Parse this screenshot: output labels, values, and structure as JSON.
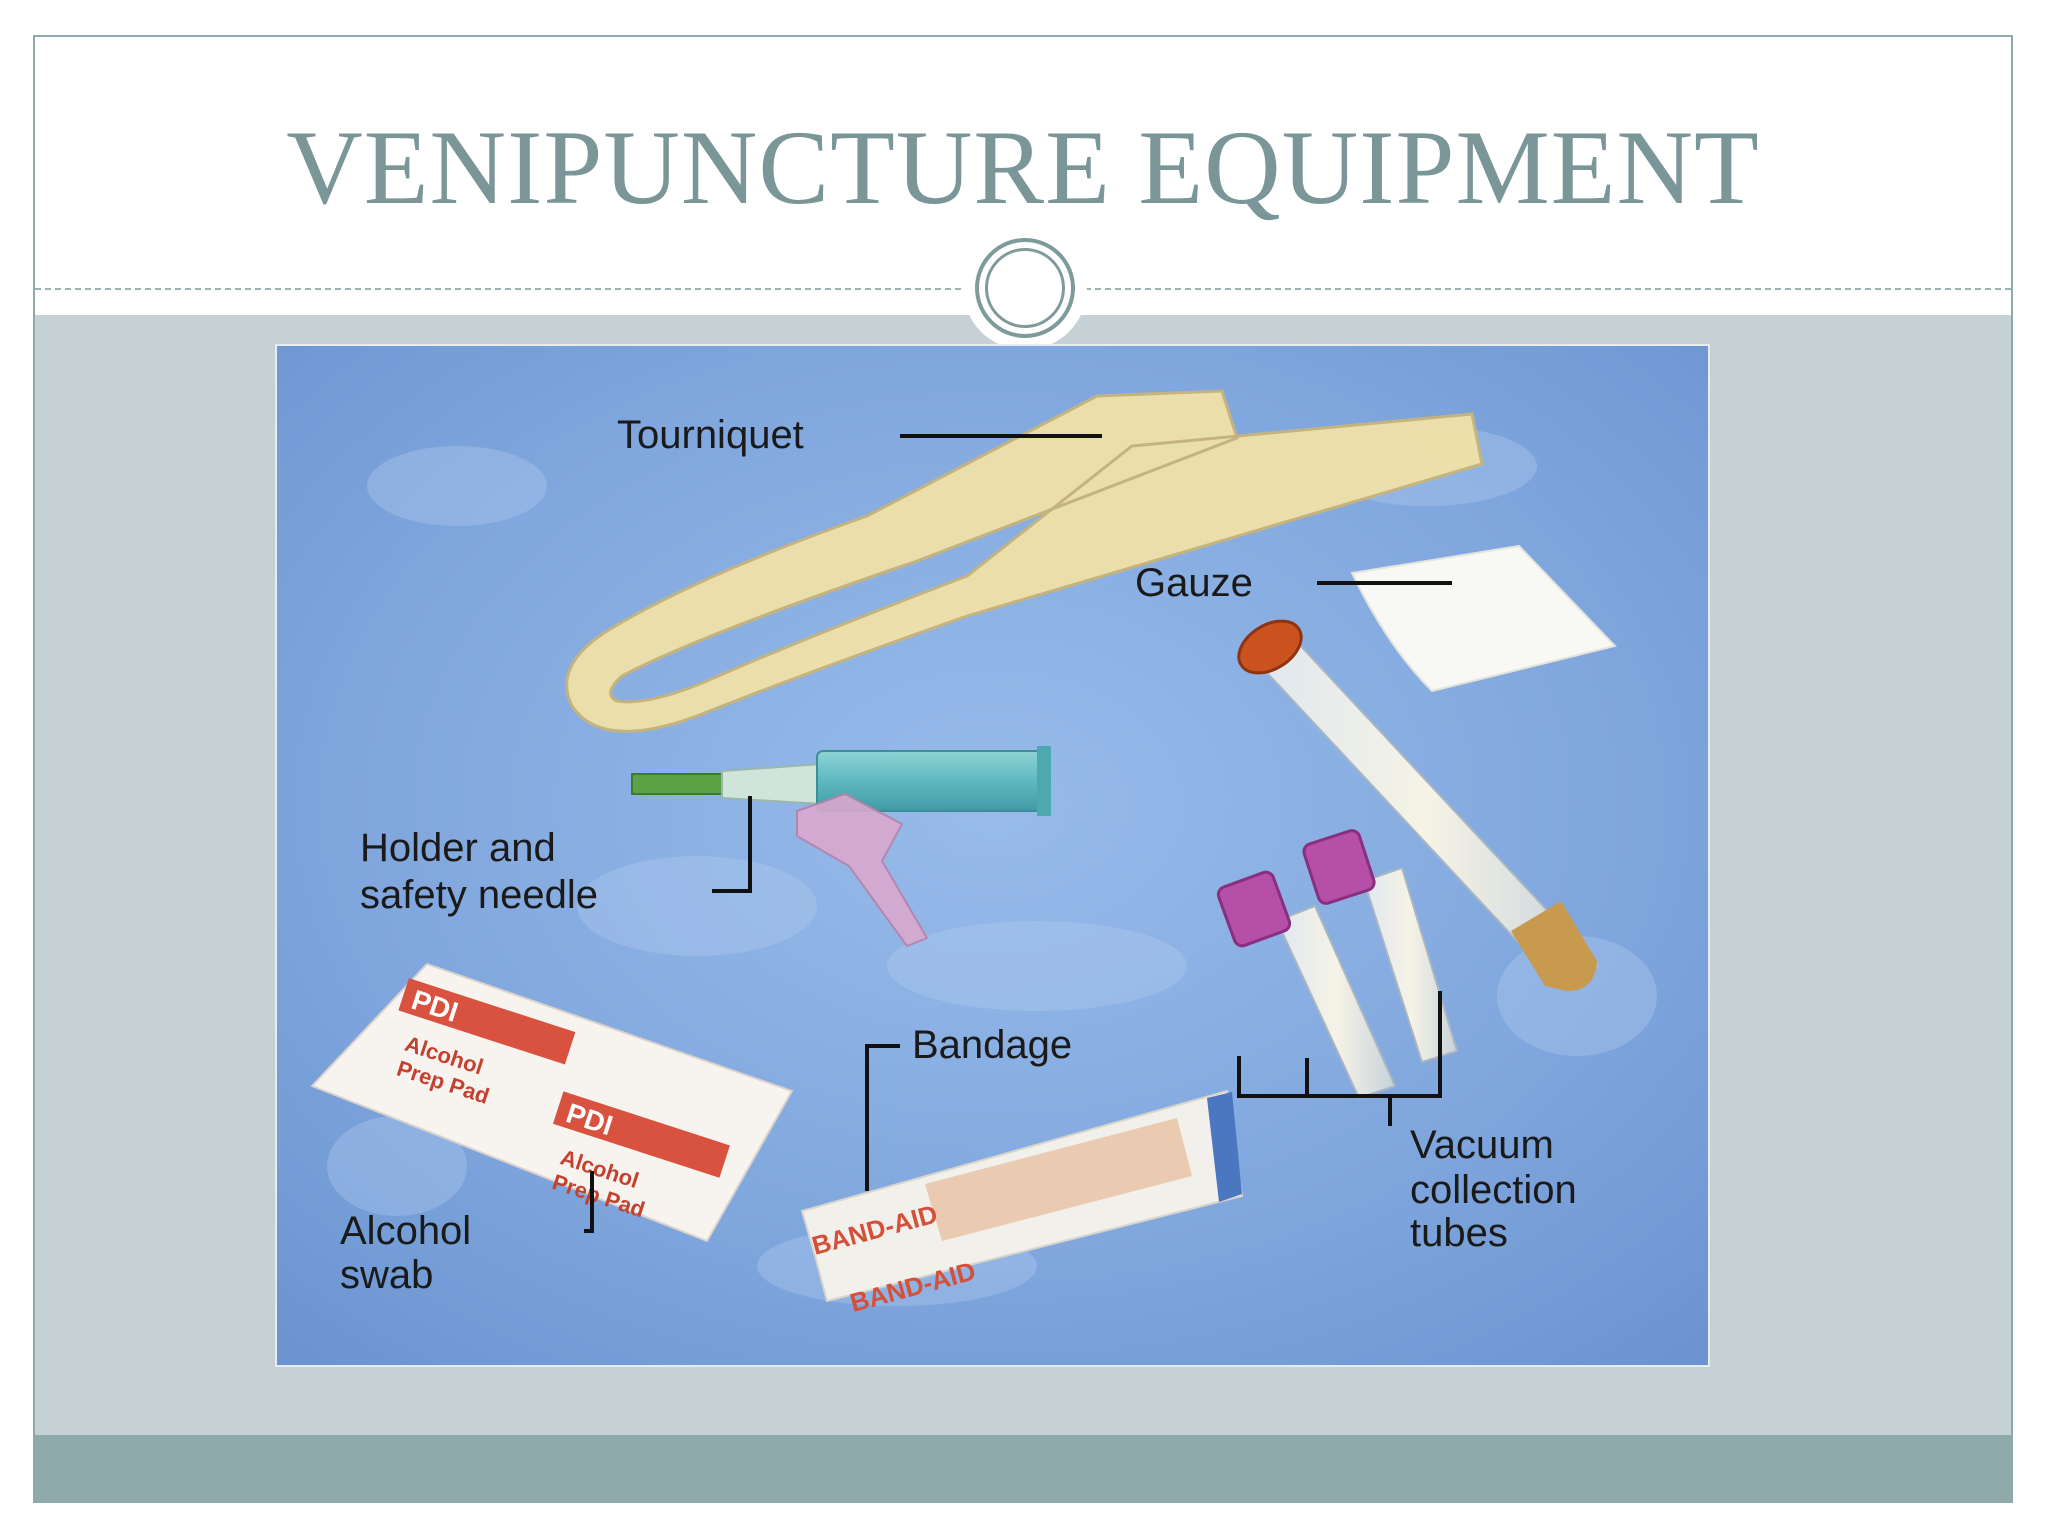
{
  "slide": {
    "title": "VENIPUNCTURE EQUIPMENT"
  },
  "photo": {
    "labels": {
      "tourniquet": "Tourniquet",
      "gauze": "Gauze",
      "holder_line1": "Holder and",
      "holder_line2": "safety needle",
      "bandage": "Bandage",
      "vacuum_line1": "Vacuum",
      "vacuum_line2": "collection",
      "vacuum_line3": "tubes",
      "alcohol_line1": "Alcohol",
      "alcohol_line2": "swab"
    },
    "product_print": {
      "pdi": "PDI",
      "prep_line1": "Alcohol",
      "prep_line2": "Prep Pad",
      "band_aid": "BAND-AID"
    }
  },
  "colors": {
    "title": "#7a9698",
    "body_band": "#c6d1d6",
    "footer_bar": "#8eaaaa",
    "photo_background": "#7fa7de"
  }
}
